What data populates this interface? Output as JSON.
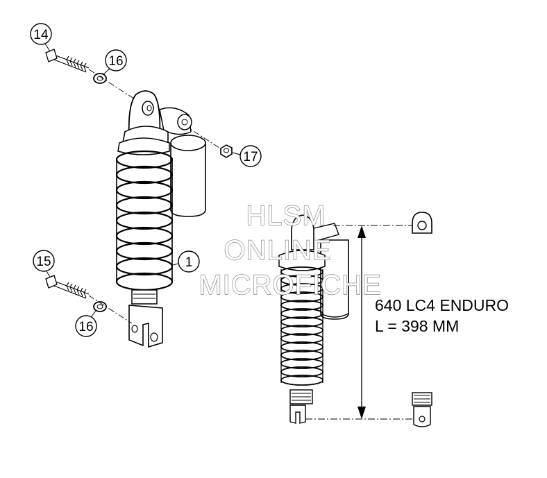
{
  "callouts": {
    "c14": "14",
    "c16a": "16",
    "c17": "17",
    "c1": "1",
    "c15": "15",
    "c16b": "16"
  },
  "spec": {
    "model": "640 LC4 ENDURO",
    "length": "L = 398 MM"
  },
  "watermark": {
    "line1": "HLSM",
    "line2": "ONLINE",
    "line3": "MICROFICHE"
  }
}
